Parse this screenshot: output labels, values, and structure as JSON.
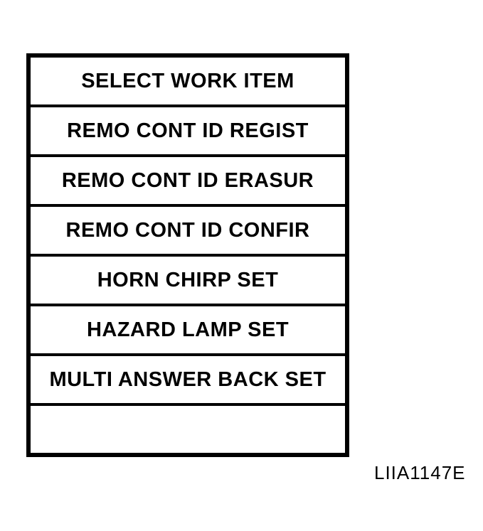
{
  "colors": {
    "foreground": "#000000",
    "background": "#ffffff"
  },
  "menu": {
    "header": "SELECT WORK ITEM",
    "items": [
      {
        "label": "REMO CONT ID REGIST"
      },
      {
        "label": "REMO CONT ID ERASUR"
      },
      {
        "label": "REMO CONT ID CONFIR"
      },
      {
        "label": "HORN CHIRP SET"
      },
      {
        "label": "HAZARD LAMP SET"
      },
      {
        "label": "MULTI ANSWER BACK SET"
      },
      {
        "label": ""
      }
    ]
  },
  "figure_label": "LIIA1147E"
}
